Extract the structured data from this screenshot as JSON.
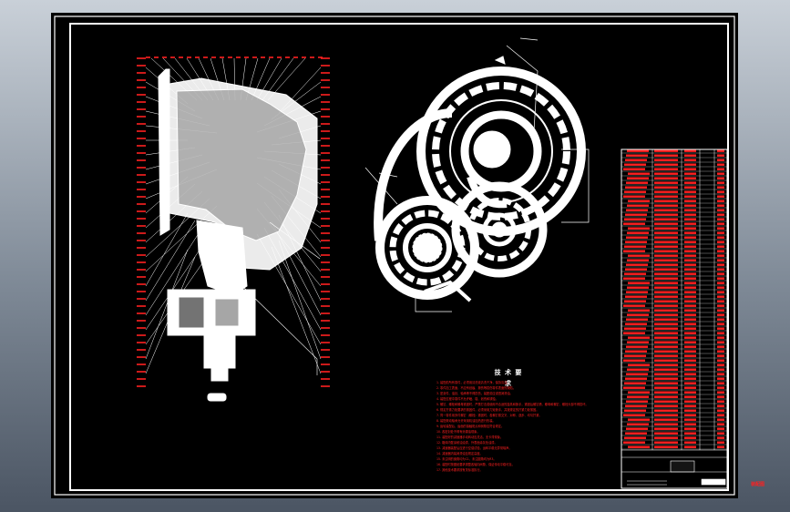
{
  "window": {
    "background": "#7f8a97",
    "sheet_color": "#000000",
    "line_color": "#ffffff",
    "text_color": "#ff2020"
  },
  "drawing": {
    "tech_requirements_title": "技 术 要 求",
    "notes": [
      "1. 装配前所有零件，必须用清洗液清洗干净，保持清洁。",
      "2. 零件加工表面，不应有划痕、擦伤等损伤零件表面的缺陷。",
      "3. 密封件、油封、轴承等不得损伤，装配前应浸透润滑油。",
      "4. 装配过程中零件不允许磕、碰、划伤和锈蚀。",
      "5. 螺钉、螺栓和螺母紧固时，严禁打击或使用不合适的旋具和扳手，紧固后螺钉槽、螺母和螺钉、螺栓头部不得损坏。",
      "6. 规定拧紧力矩要求的紧固件，必须采用力矩扳手，并按规定的拧紧力矩紧固。",
      "7. 同一零件用多件螺钉（螺栓）紧固时，各螺钉需交叉、对称、逐步、均匀拧紧。",
      "8. 装配滚动轴承允许采用机油加热进行热装。",
      "9. 齿轮装配后，齿面的接触斑点和侧隙应符合规定。",
      "10. 各密封处不得有渗漏油现象。",
      "11. 装配好的减速器手动转动应灵活，无卡滞现象。",
      "12. 箱体内壁涂耐油油漆，外表面涂灰色油漆。",
      "13. 减速器装配后应进行空载试验，运转平稳无异常噪声。",
      "14. 减速器内装润滑油至规定高度。",
      "15. 未注明的倒角均为C1，未注圆角均为R3。",
      "16. 装配时按图纸要求调整各轴向间隙，保证传动平稳可靠。",
      "17. 其他技术要求按有关标准执行。"
    ],
    "title_block_label": "装配图"
  }
}
